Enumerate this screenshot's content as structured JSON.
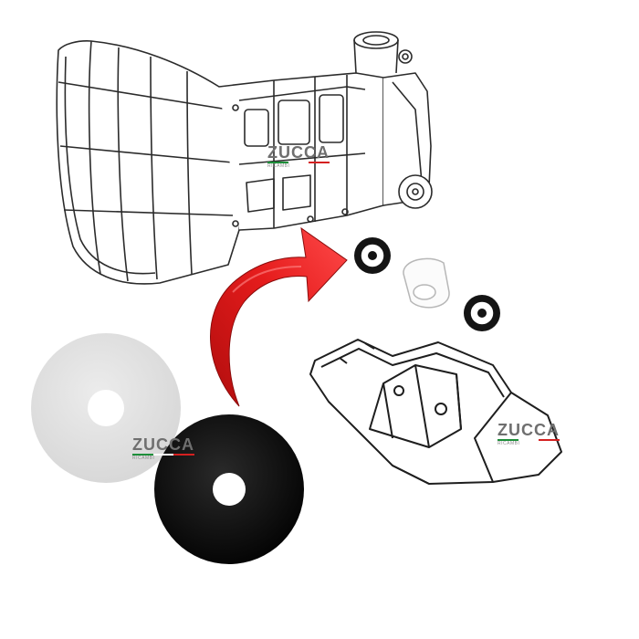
{
  "watermarks": [
    {
      "name": "ZUCCA",
      "sub": "RICAMBI"
    },
    {
      "name": "ZUCCA",
      "sub": "RICAMBI"
    },
    {
      "name": "ZUCCA",
      "sub": "RICAMBI"
    }
  ],
  "colors": {
    "arrow": "#e01818",
    "washer_dark": "#111111",
    "washer_light": "#e6e6e6",
    "flag_green": "#1d8f3a",
    "flag_white": "#ffffff",
    "flag_red": "#d42020"
  },
  "icons": {
    "arrow": "curved-red-arrow",
    "gearbox": "gearbox-line-drawing",
    "bracket": "mount-bracket-line-drawing"
  }
}
